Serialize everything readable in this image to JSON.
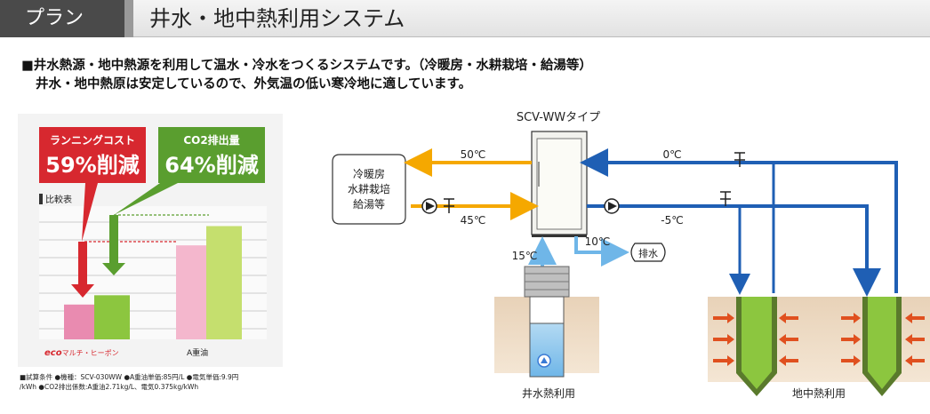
{
  "header": {
    "tag": "プラン",
    "title": "井水・地中熱利用システム"
  },
  "intro": {
    "line1": "■井水熱源・地中熱源を利用して温水・冷水をつくるシステムです。（冷暖房・水耕栽培・給湯等）",
    "line2": "井水・地中熱原は安定しているので、外気温の低い寒冷地に適しています。"
  },
  "comparison": {
    "running_cost": {
      "label": "ランニングコスト",
      "value": "59%削減"
    },
    "co2": {
      "label": "CO2排出量",
      "value": "64%削減"
    },
    "legend": "比較表",
    "categories": [
      {
        "eco": "eco",
        "rest": "マルチ・ヒーポン"
      },
      {
        "label": "A重油"
      }
    ],
    "relative_level": {
      "eco": 0.41,
      "a_heavy_oil": 1.0
    }
  },
  "footnote": {
    "line1": "■試算条件 ●機種：SCV-030WW ●A重油単価:85円/L ●電気単価:9.9円",
    "line2": "/kWh ●CO2排出係数:A重油2.71kg/L、電気0.375kg/kWh"
  },
  "system": {
    "unit_label": "SCV-WWタイプ",
    "load_label": [
      "冷暖房",
      "水耕栽培",
      "給湯等"
    ],
    "supply_temp": "50℃",
    "return_temp": "45℃",
    "ground_in_temp": "0℃",
    "ground_out_temp": "-5℃",
    "well_temp": "15℃",
    "drain_temp": "10℃",
    "drain_label": "排水",
    "well_caption": "井水熱利用",
    "ground_caption": "地中熱利用"
  },
  "colors": {
    "orange": "#f5a800",
    "blue": "#1f5fb4",
    "light_blue": "#6fb6e8",
    "red": "#d7282f",
    "green": "#5a9e2f",
    "pink": "#e98bb0",
    "lime": "#b7d65a"
  }
}
